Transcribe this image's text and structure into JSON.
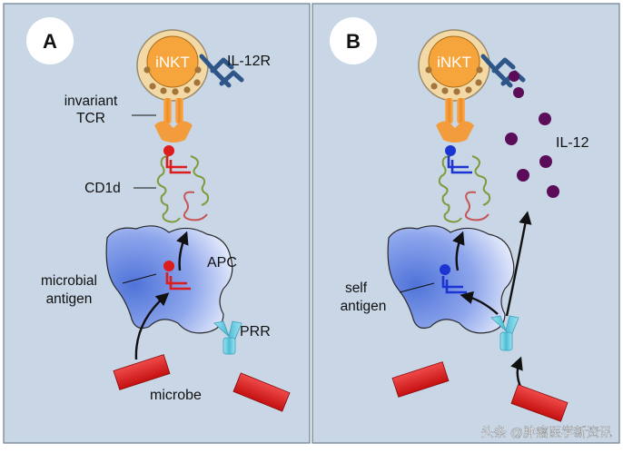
{
  "panels": {
    "a": {
      "letter": "A",
      "cell_label": "iNKT",
      "receptor_label": "IL-12R",
      "tcr_label_line1": "invariant",
      "tcr_label_line2": "TCR",
      "cd1d_label": "CD1d",
      "apc_label": "APC",
      "antigen_label_line1": "microbial",
      "antigen_label_line2": "antigen",
      "prr_label": "PRR",
      "microbe_label": "microbe"
    },
    "b": {
      "letter": "B",
      "cell_label": "iNKT",
      "cytokine_label": "IL-12",
      "antigen_label_line1": "self",
      "antigen_label_line2": "antigen"
    }
  },
  "watermark": "头条 @肿瘤医学新资讯",
  "colors": {
    "background": "#c8d6e6",
    "panel_border": "#6f7f8f",
    "inkt_outer": "#f2d9a6",
    "inkt_inner": "#f5a53c",
    "tcr": "#f39c3d",
    "il12r": "#2f5688",
    "cd1d_loop": "#7f9a3a",
    "loop_red": "#c65656",
    "apc_blue": "#4f73d8",
    "prr": "#5cc6dc",
    "microbe": "#dd1c1c",
    "microbial_antigen": "#dd1c1c",
    "self_antigen": "#1c34d2",
    "il12": "#5b0d5a"
  }
}
